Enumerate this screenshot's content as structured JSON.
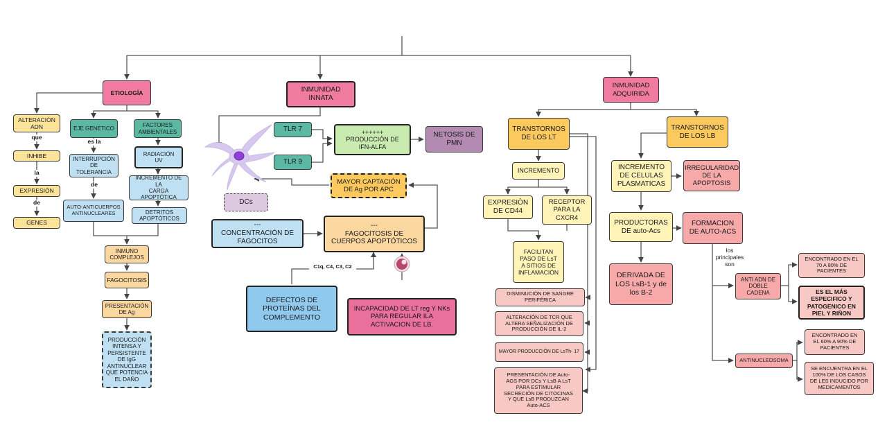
{
  "nodes": {
    "etiologia": "ETIOLOGÍA",
    "alteracion_adn": "ALTERACIÓN\nADN",
    "inhibe": "INHIBE",
    "expresion": "EXPRESIÓN",
    "genes": "GENES",
    "eje_genetico": "EJE GENETICO",
    "interrupcion": "INTERRUPCIÓN\nDE TOLERANCIA",
    "auto_anticuerpos": "AUTO-ANTICUERPOS\nANTINUCLEARES",
    "factores_ambientales": "FACTORES\nAMBIENTALES",
    "radiacion_uv": "RADIACIÓN\nUV",
    "incremento_carga": "INCREMENTO DE LA\nCARGA\nAPOPTÓTICA",
    "detritos": "DETRITOS\nAPOPTÓTICOS",
    "inmunocomplejos": "INMUNO\nCOMPLEJOS",
    "fagocitosis": "FAGOCITOSIS",
    "presentacion_ag": "PRESENTACIÓN\nDE Ag",
    "produccion_igg": "PRODUCCIÓN\nINTENSA Y\nPERSISTENTE\nDE IgG\nANTINUCLEAR\nQUE POTENCIA\nEL DAÑO",
    "inmunidad_innata": "INMUNIDAD\nINNATA",
    "tlr7": "TLR 7",
    "tlr9": "TLR 9",
    "produccion_ifn": "++++++\nPRODUCCIÓN DE\nIFN-ALFA",
    "netosis": "NETOSIS DE\nPMN",
    "dcs": "DCs",
    "mayor_captacion": "MAYOR CAPTACIÓN\nDE Ag POR APC",
    "concentracion": "---\nCONCENTRACIÓN DE\nFAGOCITOS",
    "fagocitosis_cuerpos": "---\nFAGOCITOSIS DE\nCUERPOS APOPTÓTICOS",
    "defectos": "DEFECTOS DE\nPROTEÍNAS DEL\nCOMPLEMENTO",
    "incapacidad": "INCAPACIDAD  DE LT reg Y NKs\nPARA REGULAR ILA\nACTIVACION DE LB.",
    "inmunidad_adquirida": "INMUNIDAD\nADQUIRIDA",
    "transtornos_lt": "TRANSTORNOS\nDE LOS LT",
    "incremento": "INCREMENTO",
    "expresion_cd44": "EXPRESIÓN\nDE CD44",
    "receptor_cxcr4": "RECEPTOR\nPARA LA\nCXCR4",
    "facilitan": "FACILITAN\nPASO DE LsT\nA SITIOS DE\nINFLAMACIÓN",
    "disminucion": "DISMINUCIÓN DE SANGRE\nPERIFÉRICA",
    "alteracion_tcr": "ALTERACIÓN DE TCR QUE\nALTERA SEÑALIZACIÓN DE\nPRODUCCIÓN DE IL-2",
    "mayor_produccion_th17": "MAYOR PRODUCCIÓN DE LsTh- 17",
    "presentacion_autoags": "PRESENTACIÓN DE Auto-\nAGS POR DCs Y LsB A LsT\nPARA ESTIMULAR\nSECRECIÓN DE CITOCINAS\nY QUE LsB  PRODUZCAN\nAuto-ACS",
    "transtornos_lb": "TRANSTORNOS\nDE LOS LB",
    "incremento_celulas": "INCREMENTO\nDE CELULAS\nPLASMATICAS",
    "irregularidad": "IRREGULARIDAD\nDE LA\nAPOPTOSIS",
    "productoras": "PRODUCTORAS\nDE auto-Acs",
    "formacion": "FORMACION\nDE AUTO-ACS",
    "derivada": "DERIVADA DE\nLOS LsB-1 y de\nlos B-2",
    "anti_adn": "ANTI ADN DE\nDOBLE\nCADENA",
    "encontrado_70": "ENCONTRADO EN EL\n70 A 80% DE\nPACIENTES",
    "es_el_mas": "ES EL MÁS\nESPECIFICO Y\nPATOGENICO EN\nPIEL Y RIÑON",
    "antinucleosoma": "ANTINUCLEOSOMA",
    "encontrado_60": "ENCONTRADO EN\nEL 60% A 90% DE\nPACIENTES",
    "se_encuentra": "SE ENCUENTRA EN EL\n100% DE LOS CASOS\nDE LES INDUCIDO POR\nMEDICAMENTOS"
  },
  "connectors": {
    "que": "que",
    "la": "la",
    "de_genes": "de",
    "es_la": "es la",
    "de_auto": "de",
    "complement_factors": "C1q, C4, C3, C2",
    "los_principales_son": "los\nprincipales\nson"
  },
  "colors": {
    "pink": "#f07aa0",
    "yellow": "#fbe49a",
    "teal": "#5bb8a3",
    "light_blue": "#bfe0f3",
    "green": "#c9ebb0",
    "purple": "#b28ab2",
    "orange": "#fbd7a0",
    "amber": "#fcc95e",
    "salmon": "#f7c8c4",
    "rose": "#f7a8a8",
    "blue": "#8fcaee",
    "hot_pink": "#e8709a",
    "line": "#555555"
  },
  "icons": [
    "dendritic-cell-icon",
    "cell-icon"
  ]
}
